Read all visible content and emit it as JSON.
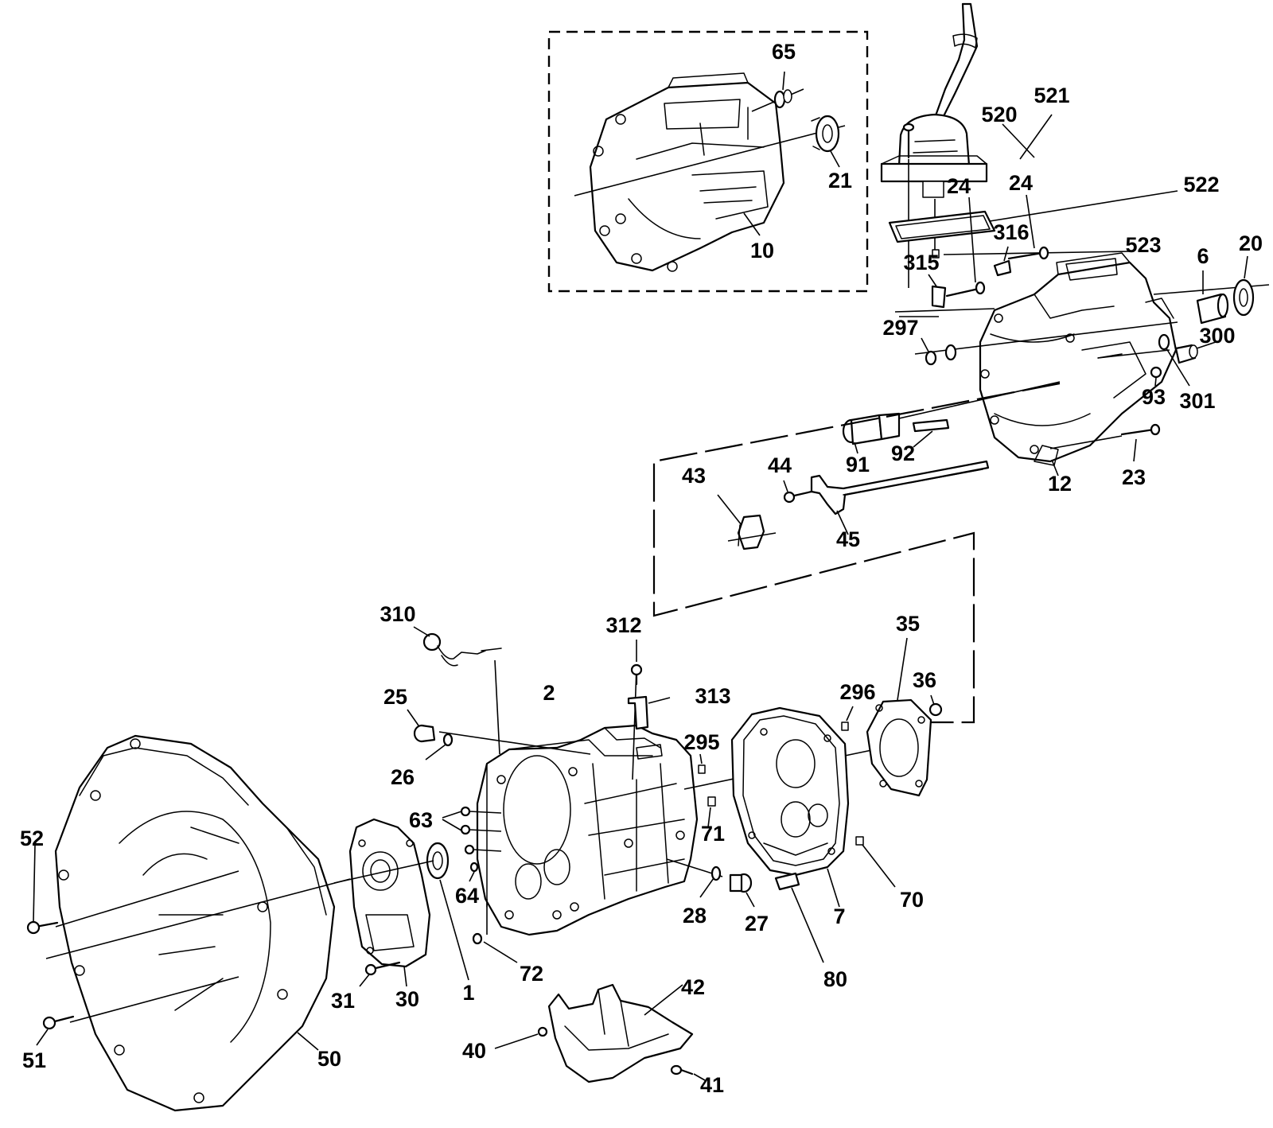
{
  "callouts": [
    {
      "id": "c65",
      "label": "65"
    },
    {
      "id": "c21",
      "label": "21"
    },
    {
      "id": "c10",
      "label": "10"
    },
    {
      "id": "c521",
      "label": "521"
    },
    {
      "id": "c520",
      "label": "520"
    },
    {
      "id": "c522",
      "label": "522"
    },
    {
      "id": "c24a",
      "label": "24"
    },
    {
      "id": "c24b",
      "label": "24"
    },
    {
      "id": "c316",
      "label": "316"
    },
    {
      "id": "c523",
      "label": "523"
    },
    {
      "id": "c315",
      "label": "315"
    },
    {
      "id": "c6",
      "label": "6"
    },
    {
      "id": "c20",
      "label": "20"
    },
    {
      "id": "c297",
      "label": "297"
    },
    {
      "id": "c300",
      "label": "300"
    },
    {
      "id": "c93",
      "label": "93"
    },
    {
      "id": "c301",
      "label": "301"
    },
    {
      "id": "c91",
      "label": "91"
    },
    {
      "id": "c92",
      "label": "92"
    },
    {
      "id": "c43",
      "label": "43"
    },
    {
      "id": "c44",
      "label": "44"
    },
    {
      "id": "c45",
      "label": "45"
    },
    {
      "id": "c12",
      "label": "12"
    },
    {
      "id": "c23",
      "label": "23"
    },
    {
      "id": "c310",
      "label": "310"
    },
    {
      "id": "c312",
      "label": "312"
    },
    {
      "id": "c313",
      "label": "313"
    },
    {
      "id": "c35",
      "label": "35"
    },
    {
      "id": "c36",
      "label": "36"
    },
    {
      "id": "c296",
      "label": "296"
    },
    {
      "id": "c2",
      "label": "2"
    },
    {
      "id": "c25",
      "label": "25"
    },
    {
      "id": "c26",
      "label": "26"
    },
    {
      "id": "c295",
      "label": "295"
    },
    {
      "id": "c63",
      "label": "63"
    },
    {
      "id": "c71",
      "label": "71"
    },
    {
      "id": "c52",
      "label": "52"
    },
    {
      "id": "c64",
      "label": "64"
    },
    {
      "id": "c28",
      "label": "28"
    },
    {
      "id": "c27",
      "label": "27"
    },
    {
      "id": "c7",
      "label": "7"
    },
    {
      "id": "c70",
      "label": "70"
    },
    {
      "id": "c72",
      "label": "72"
    },
    {
      "id": "c31",
      "label": "31"
    },
    {
      "id": "c30",
      "label": "30"
    },
    {
      "id": "c1",
      "label": "1"
    },
    {
      "id": "c80",
      "label": "80"
    },
    {
      "id": "c42",
      "label": "42"
    },
    {
      "id": "c51",
      "label": "51"
    },
    {
      "id": "c50",
      "label": "50"
    },
    {
      "id": "c40",
      "label": "40"
    },
    {
      "id": "c41",
      "label": "41"
    }
  ]
}
